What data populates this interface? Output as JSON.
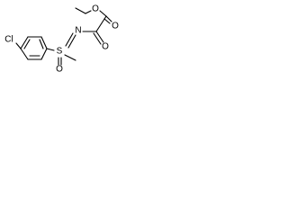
{
  "molecule": {
    "atoms": {
      "chlorine": "Cl",
      "sulfur": "S",
      "sulfoxide_oxygen": "O",
      "imine_nitrogen": "N",
      "ketone_oxygen": "O",
      "ester_carbonyl_oxygen": "O",
      "ester_oxygen": "O"
    }
  },
  "colors": {
    "ink": "#000000",
    "background": "#ffffff"
  }
}
